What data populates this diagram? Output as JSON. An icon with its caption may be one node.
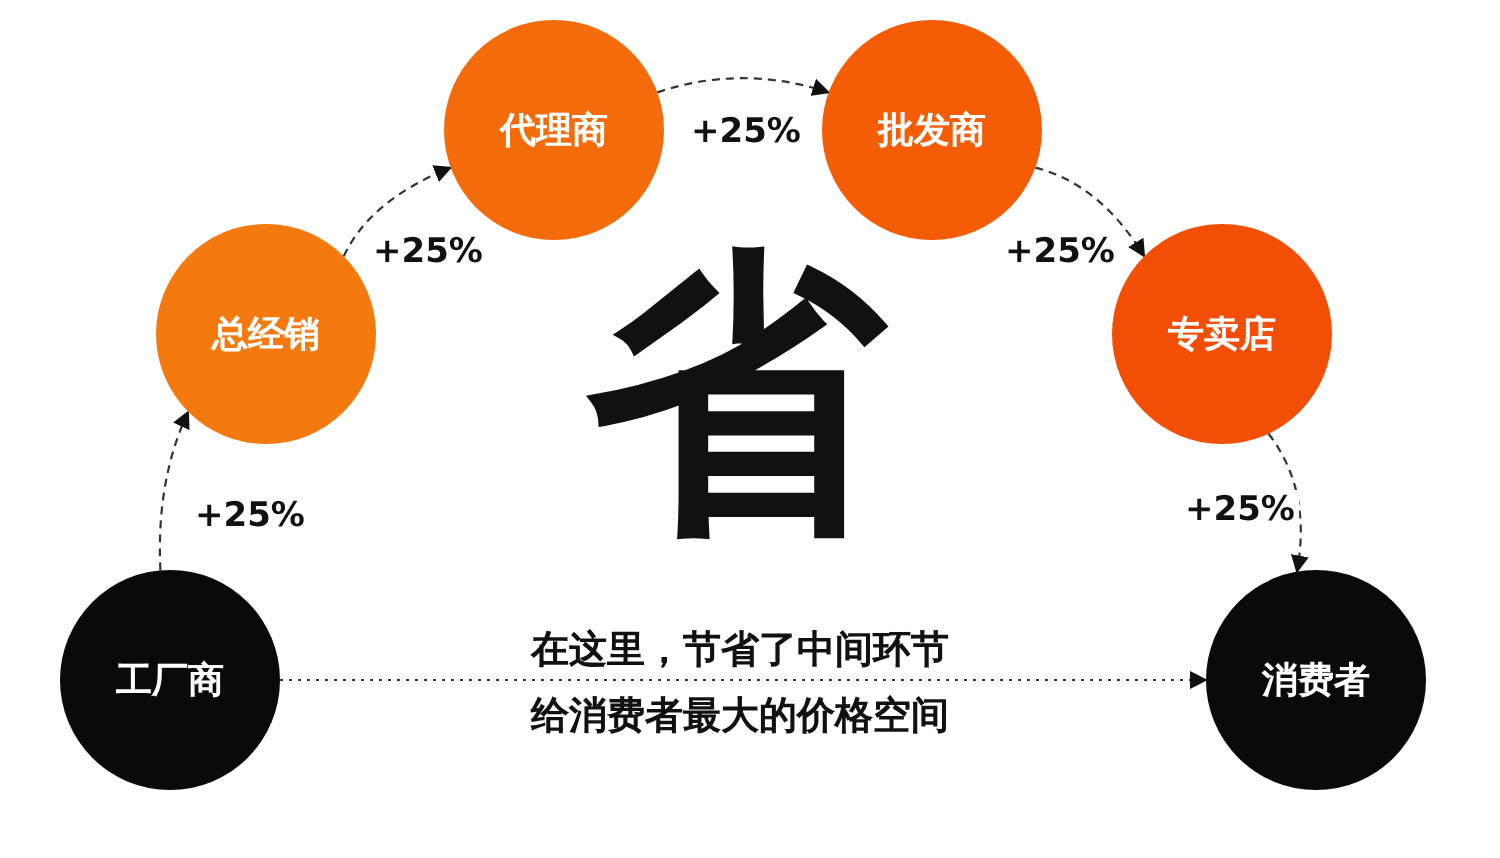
{
  "diagram": {
    "nodes": [
      {
        "text": [
          "工厂商"
        ]
      },
      {
        "text": [
          "总经销"
        ]
      },
      {
        "text": [
          "代理商"
        ]
      },
      {
        "text": [
          "批发商"
        ]
      },
      {
        "text": [
          "专卖店"
        ]
      },
      {
        "text": [
          "消费者"
        ]
      }
    ],
    "edges": [
      {
        "from": 0,
        "to": 1,
        "arrow": "to",
        "label": "+25%"
      },
      {
        "from": 1,
        "to": 2,
        "arrow": "to",
        "label": "+25%"
      },
      {
        "from": 2,
        "to": 3,
        "arrow": "to",
        "label": "+25%"
      },
      {
        "from": 3,
        "to": 4,
        "arrow": "to",
        "label": "+25%"
      },
      {
        "from": 4,
        "to": 5,
        "arrow": "to",
        "label": "+25%"
      },
      {
        "from": 0,
        "to": 5,
        "arrow": "to"
      }
    ],
    "labels": [
      "省",
      "在这里，节省了中间环节",
      "给消费者最大的价格空间"
    ]
  }
}
